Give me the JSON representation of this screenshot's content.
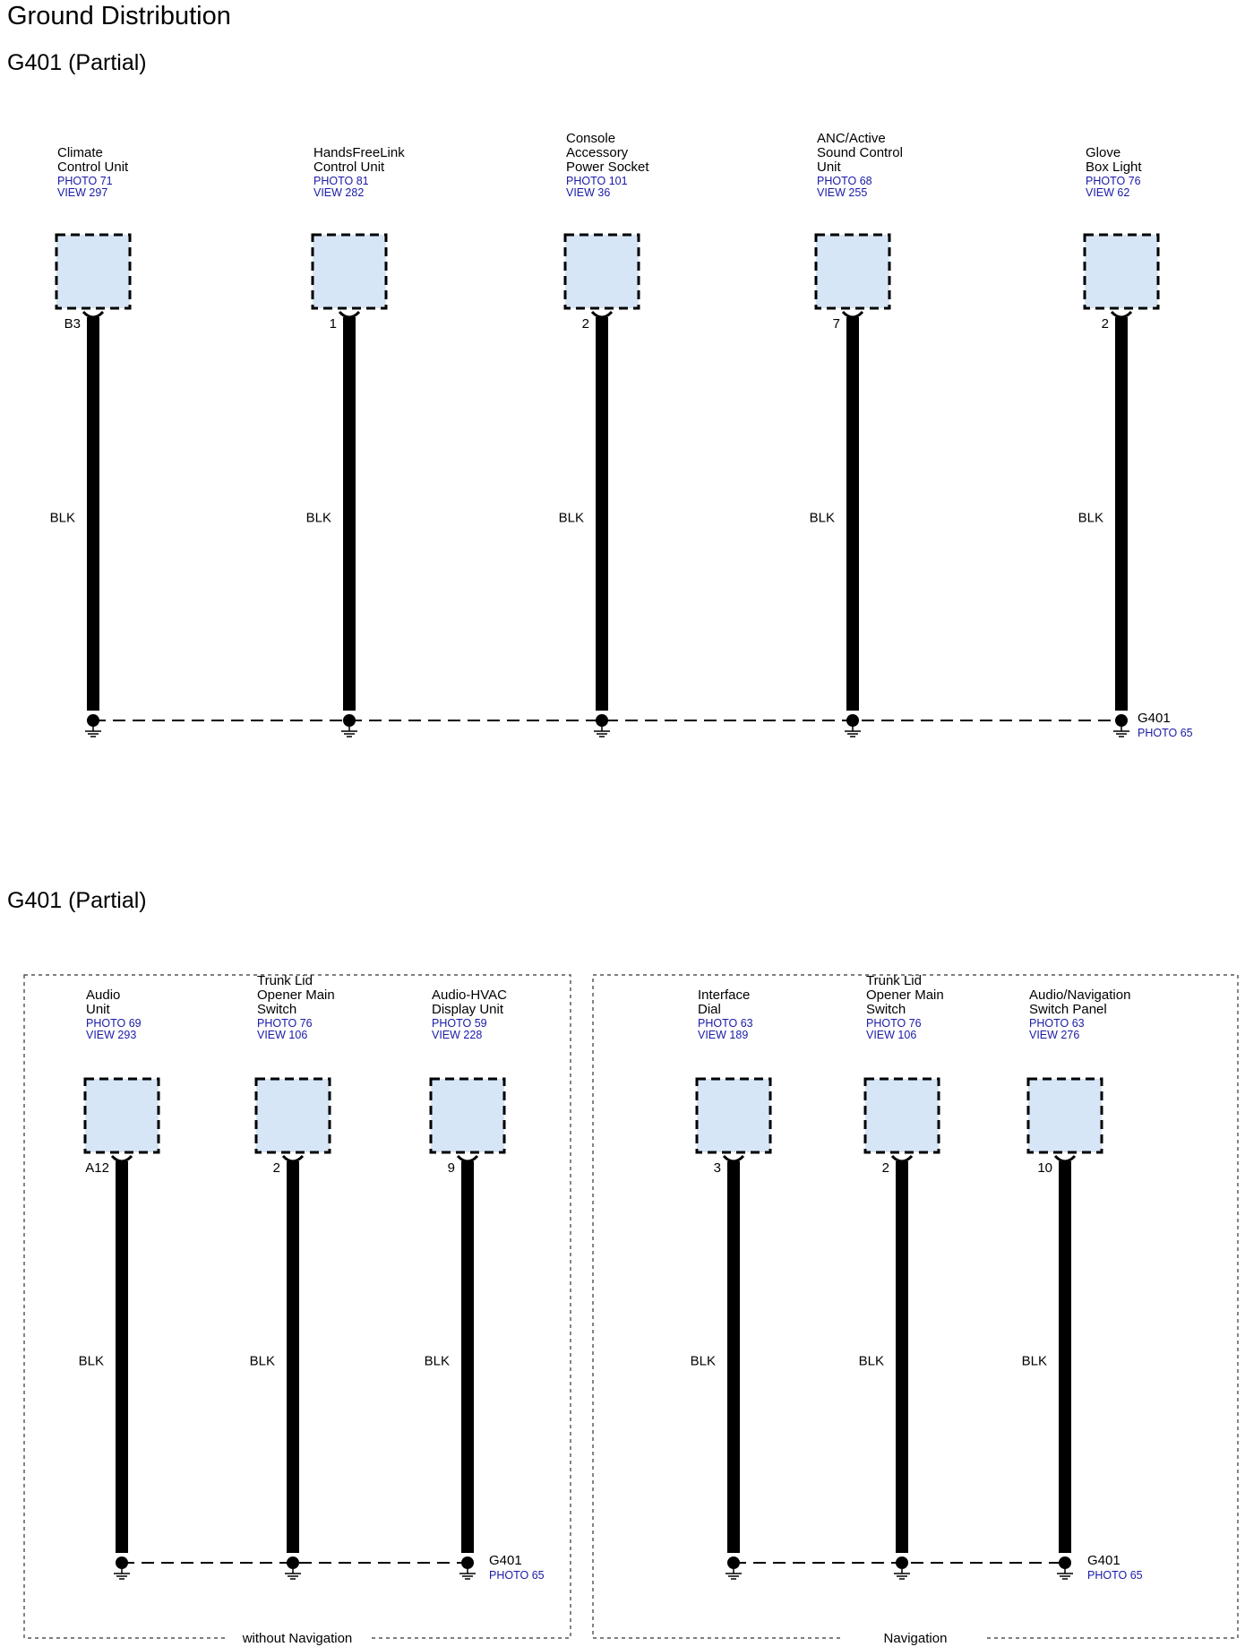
{
  "page_title": "Ground Distribution",
  "colors": {
    "connector_fill": "#d6e6f7",
    "wire": "#000000",
    "ref_text": "#1a1aa8"
  },
  "sections": [
    {
      "title": "G401 (Partial)",
      "groups": [
        {
          "label": "",
          "ground": {
            "name": "G401",
            "ref": "PHOTO 65"
          },
          "components": [
            {
              "name_lines": [
                "Climate",
                "Control Unit"
              ],
              "refs": [
                "PHOTO 71",
                "VIEW 297"
              ],
              "pin": "B3",
              "wire_color": "BLK"
            },
            {
              "name_lines": [
                "HandsFreeLink",
                "Control Unit"
              ],
              "refs": [
                "PHOTO 81",
                "VIEW 282"
              ],
              "pin": "1",
              "wire_color": "BLK"
            },
            {
              "name_lines": [
                "Console",
                "Accessory",
                "Power Socket"
              ],
              "refs": [
                "PHOTO 101",
                "VIEW 36"
              ],
              "pin": "2",
              "wire_color": "BLK"
            },
            {
              "name_lines": [
                "ANC/Active",
                "Sound Control",
                "Unit"
              ],
              "refs": [
                "PHOTO 68",
                "VIEW 255"
              ],
              "pin": "7",
              "wire_color": "BLK"
            },
            {
              "name_lines": [
                "Glove",
                "Box Light"
              ],
              "refs": [
                "PHOTO 76",
                "VIEW 62"
              ],
              "pin": "2",
              "wire_color": "BLK"
            }
          ]
        }
      ]
    },
    {
      "title": "G401 (Partial)",
      "groups": [
        {
          "label": "without Navigation",
          "ground": {
            "name": "G401",
            "ref": "PHOTO 65"
          },
          "components": [
            {
              "name_lines": [
                "Audio",
                "Unit"
              ],
              "refs": [
                "PHOTO 69",
                "VIEW 293"
              ],
              "pin": "A12",
              "wire_color": "BLK"
            },
            {
              "name_lines": [
                "Trunk Lid",
                "Opener Main",
                "Switch"
              ],
              "refs": [
                "PHOTO 76",
                "VIEW 106"
              ],
              "pin": "2",
              "wire_color": "BLK"
            },
            {
              "name_lines": [
                "Audio-HVAC",
                "Display Unit"
              ],
              "refs": [
                "PHOTO 59",
                "VIEW 228"
              ],
              "pin": "9",
              "wire_color": "BLK"
            }
          ]
        },
        {
          "label": "Navigation",
          "ground": {
            "name": "G401",
            "ref": "PHOTO 65"
          },
          "components": [
            {
              "name_lines": [
                "Interface",
                "Dial"
              ],
              "refs": [
                "PHOTO 63",
                "VIEW 189"
              ],
              "pin": "3",
              "wire_color": "BLK"
            },
            {
              "name_lines": [
                "Trunk Lid",
                "Opener Main",
                "Switch"
              ],
              "refs": [
                "PHOTO 76",
                "VIEW 106"
              ],
              "pin": "2",
              "wire_color": "BLK"
            },
            {
              "name_lines": [
                "Audio/Navigation",
                "Switch Panel"
              ],
              "refs": [
                "PHOTO 63",
                "VIEW 276"
              ],
              "pin": "10",
              "wire_color": "BLK"
            }
          ]
        }
      ]
    }
  ]
}
